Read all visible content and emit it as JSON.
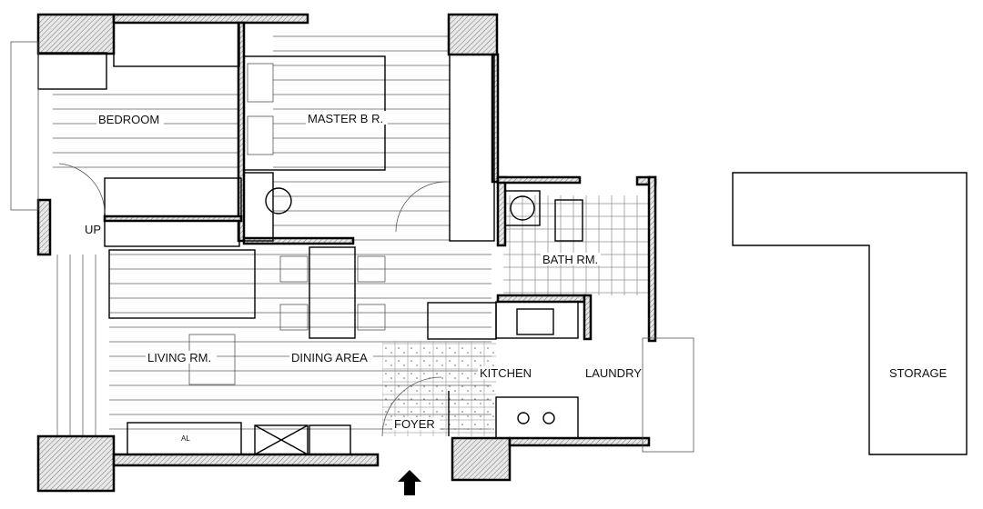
{
  "title": "Apartment Floor Plan",
  "rooms": {
    "bedroom": "BEDROOM",
    "master": "MASTER B R.",
    "up": "UP",
    "bath": "BATH RM.",
    "living": "LIVING RM.",
    "dining": "DINING AREA",
    "kitchen": "KITCHEN",
    "laundry": "LAUNDRY",
    "foyer": "FOYER",
    "storage": "STORAGE",
    "tv_unit": "AL"
  },
  "entry_icon": "arrow-up-icon",
  "colors": {
    "line": "#000000",
    "hatch": "#888888",
    "background": "#ffffff"
  }
}
